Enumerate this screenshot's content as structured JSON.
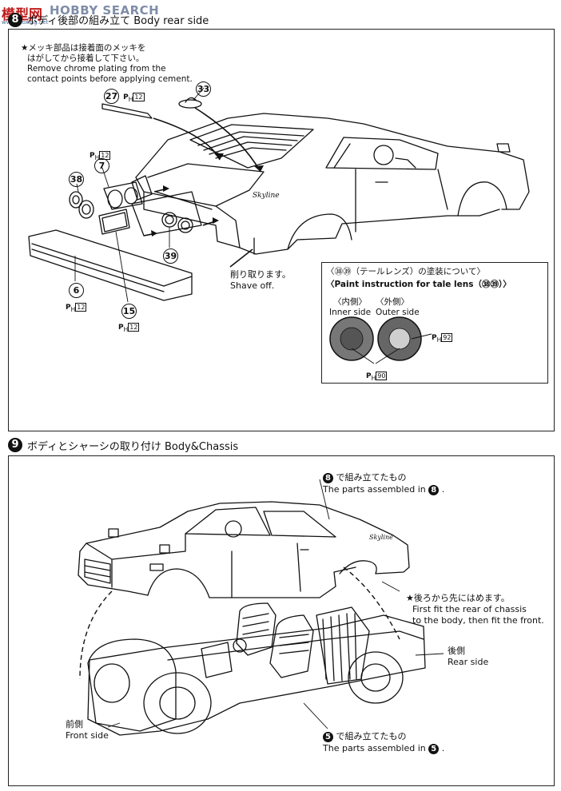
{
  "watermark": {
    "brand": "模型网",
    "text": "HOBBY SEARCH",
    "url": "www.moxing.net"
  },
  "step8": {
    "number": "8",
    "title": "ボディ後部の組み立て Body rear side",
    "note_jp_1": "★メッキ部品は接着面のメッキを",
    "note_jp_2": "はがしてから接着して下さい。",
    "note_en_1": "Remove chrome plating from the",
    "note_en_2": "contact points before applying cement.",
    "parts": {
      "p27": "27",
      "p33": "33",
      "p7": "7",
      "p38": "38",
      "p39": "39",
      "p6": "6",
      "p15": "15"
    },
    "ph_labels": {
      "ph_prefix": "P",
      "ph_sub": "H",
      "ph_12": "12",
      "ph_90": "90",
      "ph_92": "92"
    },
    "shave_jp": "削り取ります。",
    "shave_en": "Shave off.",
    "lens_box": {
      "title_jp": "〈㊳㊴（テールレンズ）の塗装について〉",
      "title_en": "〈Paint instruction for tale lens（㊳㊴）〉",
      "inner_jp": "〈内側〉",
      "inner_en": "Inner side",
      "outer_jp": "〈外側〉",
      "outer_en": "Outer side"
    },
    "car_badge": "Skyline"
  },
  "step9": {
    "number": "9",
    "title": "ボディとシャーシの取り付け Body&Chassis",
    "top_note_jp": "で組み立てたもの",
    "top_note_en": "The parts assembled in",
    "top_ref": "8",
    "fit_jp": "★後ろから先にはめます。",
    "fit_en_1": "First fit the rear of chassis",
    "fit_en_2": "to the body, then fit the front.",
    "rear_jp": "後側",
    "rear_en": "Rear side",
    "front_jp": "前側",
    "front_en": "Front side",
    "bottom_note_jp": "で組み立てたもの",
    "bottom_note_en": "The parts assembled in",
    "bottom_ref": "5",
    "car_badge": "Skyline"
  },
  "colors": {
    "ink": "#111111",
    "lens_dark": "#555555",
    "lens_light": "#bdbdbd",
    "watermark_red": "#d02020"
  }
}
